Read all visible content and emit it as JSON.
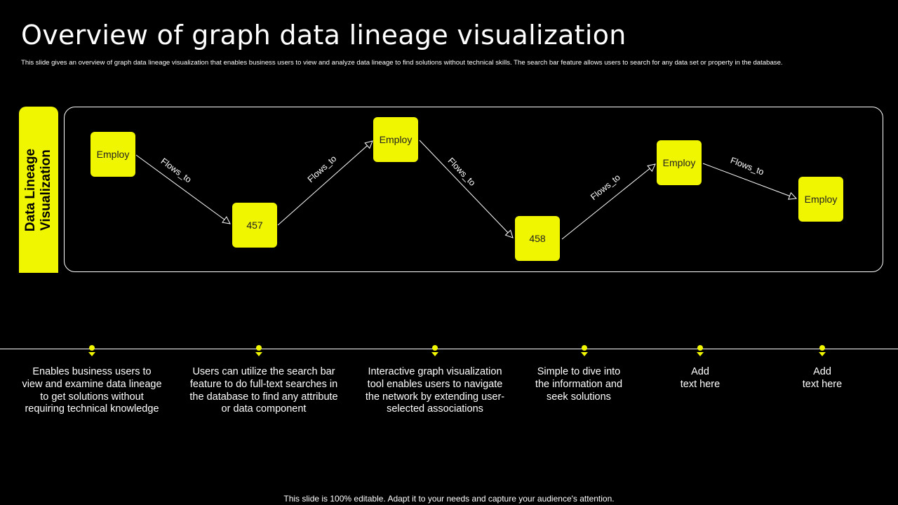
{
  "title": "Overview of graph data lineage visualization",
  "subtitle": "This slide gives an overview of graph data lineage visualization that enables business users to view and analyze data lineage to find solutions without technical skills. The search bar feature allows users to search for any data set or property in the database.",
  "side_label": "Data Lineage\nVisualization",
  "graph": {
    "nodes": [
      {
        "label": "Employ"
      },
      {
        "label": "457"
      },
      {
        "label": "Employ"
      },
      {
        "label": "458"
      },
      {
        "label": "Employ"
      },
      {
        "label": "Employ"
      }
    ],
    "edges": [
      {
        "label": "Flows_to"
      },
      {
        "label": "Flows_to"
      },
      {
        "label": "Flows_to"
      },
      {
        "label": "Flows_to"
      },
      {
        "label": "Flows_to"
      }
    ]
  },
  "points": [
    {
      "text": "Enables business users to\nview and examine data lineage\nto get solutions without\nrequiring technical knowledge"
    },
    {
      "text": "Users can utilize the search bar\nfeature to do full-text searches in\nthe database to find any attribute\nor data component"
    },
    {
      "text": "Interactive graph visualization\ntool enables users to navigate\nthe network by extending user-\nselected associations"
    },
    {
      "text": "Simple to dive into\nthe information and\nseek solutions"
    },
    {
      "text": "Add\ntext here"
    },
    {
      "text": "Add\ntext here"
    }
  ],
  "colors": {
    "accent": "#f0f500",
    "background": "#000000",
    "text": "#ffffff"
  },
  "footer": "This slide is 100% editable. Adapt it to your needs and capture your audience's attention."
}
